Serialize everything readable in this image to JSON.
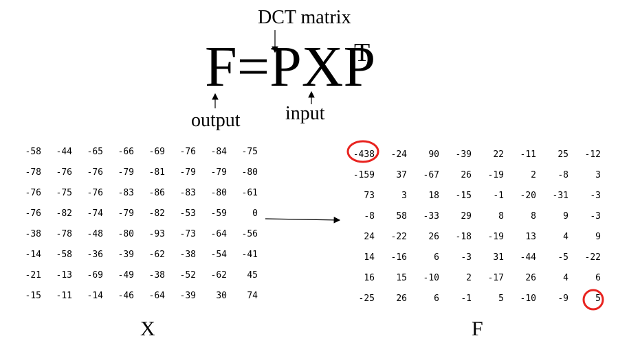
{
  "labels": {
    "dct_matrix": "DCT matrix",
    "formula": "F=PXP",
    "transpose": "T",
    "output": "output",
    "input": "input",
    "x": "X",
    "f": "F"
  },
  "matrix_x": [
    [
      "-58",
      "-44",
      "-65",
      "-66",
      "-69",
      "-76",
      "-84",
      "-75"
    ],
    [
      "-78",
      "-76",
      "-76",
      "-79",
      "-81",
      "-79",
      "-79",
      "-80"
    ],
    [
      "-76",
      "-75",
      "-76",
      "-83",
      "-86",
      "-83",
      "-80",
      "-61"
    ],
    [
      "-76",
      "-82",
      "-74",
      "-79",
      "-82",
      "-53",
      "-59",
      "0"
    ],
    [
      "-38",
      "-78",
      "-48",
      "-80",
      "-93",
      "-73",
      "-64",
      "-56"
    ],
    [
      "-14",
      "-58",
      "-36",
      "-39",
      "-62",
      "-38",
      "-54",
      "-41"
    ],
    [
      "-21",
      "-13",
      "-69",
      "-49",
      "-38",
      "-52",
      "-62",
      "45"
    ],
    [
      "-15",
      "-11",
      "-14",
      "-46",
      "-64",
      "-39",
      "30",
      "74"
    ]
  ],
  "matrix_f": [
    [
      "-438",
      "-24",
      "90",
      "-39",
      "22",
      "-11",
      "25",
      "-12"
    ],
    [
      "-159",
      "37",
      "-67",
      "26",
      "-19",
      "2",
      "-8",
      "3"
    ],
    [
      "73",
      "3",
      "18",
      "-15",
      "-1",
      "-20",
      "-31",
      "-3"
    ],
    [
      "-8",
      "58",
      "-33",
      "29",
      "8",
      "8",
      "9",
      "-3"
    ],
    [
      "24",
      "-22",
      "26",
      "-18",
      "-19",
      "13",
      "4",
      "9"
    ],
    [
      "14",
      "-16",
      "6",
      "-3",
      "31",
      "-44",
      "-5",
      "-22"
    ],
    [
      "16",
      "15",
      "-10",
      "2",
      "-17",
      "26",
      "4",
      "6"
    ],
    [
      "-25",
      "26",
      "6",
      "-1",
      "5",
      "-10",
      "-9",
      "5"
    ]
  ],
  "highlight_color": "#e8231f"
}
